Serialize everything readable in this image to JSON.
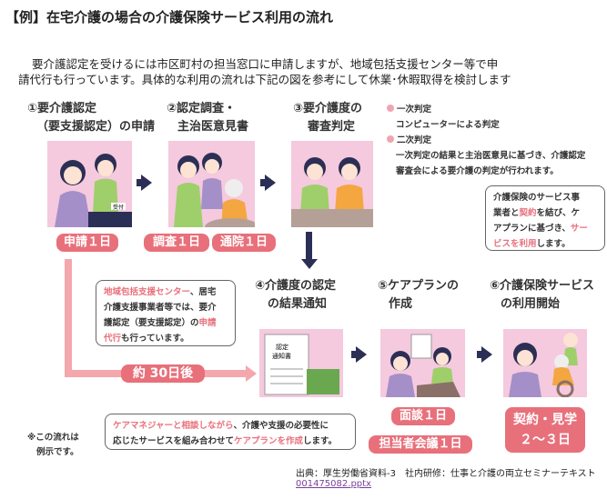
{
  "title": "【例】在宅介護の場合の介護保険サービス利用の流れ",
  "intro": [
    "要介護認定を受けるには市区町村の担当窓口に申請しますが、地域包括支援センター等で申",
    "請代行も行っています。具体的な利用の流れは下記の図を参考にして休業･休暇取得を検討します"
  ],
  "steps": [
    {
      "title": [
        "①要介護認定",
        "（要支援認定）の申請"
      ],
      "badges": [
        "申請１日"
      ]
    },
    {
      "title": [
        "②認定調査・",
        "主治医意見書"
      ],
      "badges": [
        "調査１日",
        "通院１日"
      ]
    },
    {
      "title": [
        "③要介護度の",
        "審査判定"
      ]
    },
    {
      "title": [
        "④介護度の認定",
        "の結果通知"
      ],
      "doc_label": [
        "認定",
        "通知書"
      ]
    },
    {
      "title": [
        "⑤ケアプランの",
        "作成"
      ],
      "badges": [
        "面談１日",
        "担当者会議１日"
      ]
    },
    {
      "title": [
        "⑥介護保険サービス",
        "の利用開始"
      ],
      "badges": [
        "契約・見学",
        "２～３日"
      ]
    }
  ],
  "reception_sign": "受付",
  "judgment": {
    "first_label": "一次判定",
    "first_text": "コンピューターによる判定",
    "second_label": "二次判定",
    "second_text": [
      "一次判定の結果と主治医意見に基づき、介護認定",
      "審査会による要介護の判定が行われます。"
    ]
  },
  "bubble_service": {
    "p1": "介護保険のサービス事",
    "p2a": "業者と",
    "p2b": "契約",
    "p2c": "を結び、ケ",
    "p3a": "アプランに基づき、",
    "p3b": "サー",
    "p4a": "ビスを利用",
    "p4b": "します。"
  },
  "bubble_center": {
    "l1a": "地域包括支援センター",
    "l1b": "、居宅",
    "l2": "介護支援事業者等では、要介",
    "l3a": "護認定（要支援認定）の",
    "l3b": "申請",
    "l4a": "代行",
    "l4b": "も行っています。"
  },
  "days_badge": "約 30日後",
  "bubble_careplan": {
    "l1a": "ケアマネジャーと相談しながら",
    "l1b": "、介護や支援の必要性に",
    "l2a": "応じたサービスを組み合わせて",
    "l2b": "ケアプランを作成",
    "l2c": "します。"
  },
  "footnote": [
    "※この流れは",
    "例示です。"
  ],
  "source": "出典：厚生労働省資料-3　社内研修：仕事と介護の両立セミナーテキスト",
  "source_link": "001475082.pptx"
}
